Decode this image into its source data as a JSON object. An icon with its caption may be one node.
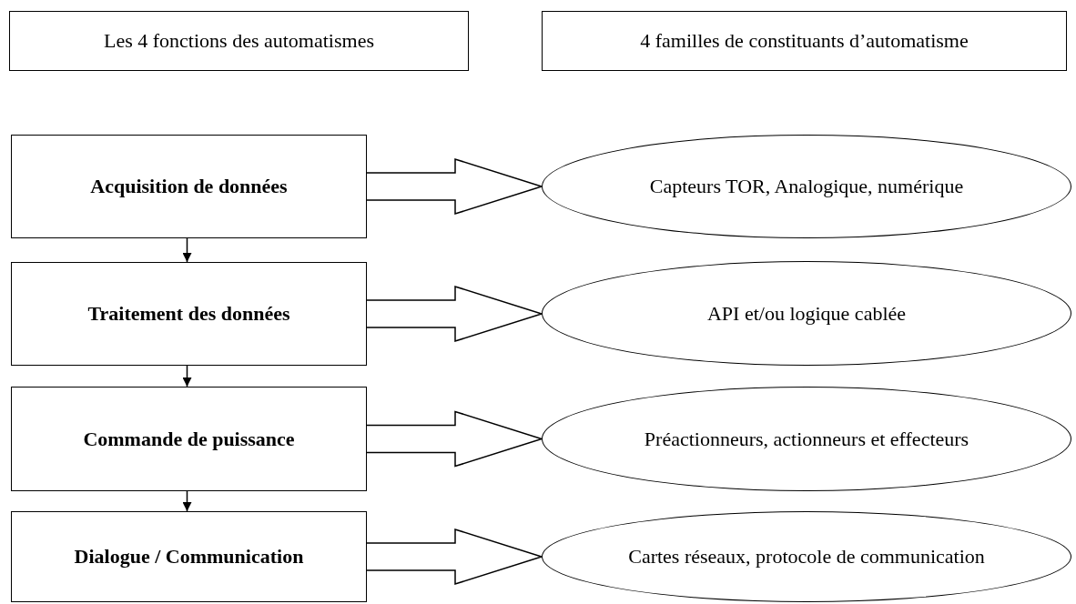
{
  "diagram": {
    "nodes": [
      {
        "text": [
          "Les 4 fonctions des automatismes"
        ]
      },
      {
        "text": [
          "4 familles de constituants d’automatisme"
        ]
      },
      {
        "text": [
          "Acquisition de données"
        ]
      },
      {
        "text": [
          "Capteurs TOR, Analogique, numérique"
        ]
      },
      {
        "text": [
          "Traitement des données"
        ]
      },
      {
        "text": [
          "API et/ou logique cablée"
        ]
      },
      {
        "text": [
          "Commande de puissance"
        ]
      },
      {
        "text": [
          "Préactionneurs, actionneurs et effecteurs"
        ]
      },
      {
        "text": [
          "Dialogue / Communication"
        ]
      },
      {
        "text": [
          "Cartes réseaux, protocole de communication"
        ]
      }
    ],
    "edges": [
      {
        "from": 2,
        "to": 3,
        "arrow": "to"
      },
      {
        "from": 4,
        "to": 5,
        "arrow": "to"
      },
      {
        "from": 6,
        "to": 7,
        "arrow": "to"
      },
      {
        "from": 8,
        "to": 9,
        "arrow": "to"
      },
      {
        "from": 2,
        "to": 4,
        "arrow": "to"
      },
      {
        "from": 4,
        "to": 6,
        "arrow": "to"
      },
      {
        "from": 6,
        "to": 8,
        "arrow": "to"
      }
    ]
  }
}
